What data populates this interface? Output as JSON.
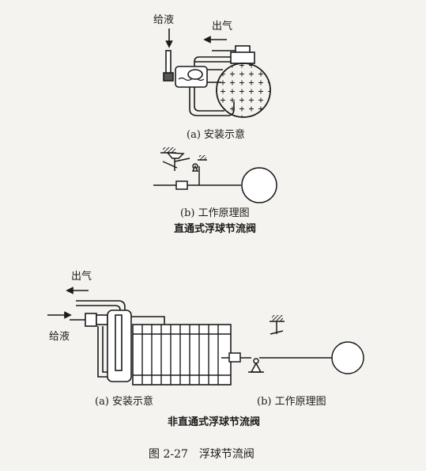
{
  "top": {
    "feed_label": "给液",
    "outlet_label": "出气",
    "caption_a": "(a) 安装示意",
    "caption_b": "(b) 工作原理图",
    "section_title": "直通式浮球节流阀"
  },
  "bottom": {
    "outlet_label": "出气",
    "feed_label": "给液",
    "caption_a": "(a) 安装示意",
    "caption_b": "(b) 工作原理图",
    "section_title": "非直通式浮球节流阀"
  },
  "figure_caption": "图 2-27　浮球节流阀"
}
